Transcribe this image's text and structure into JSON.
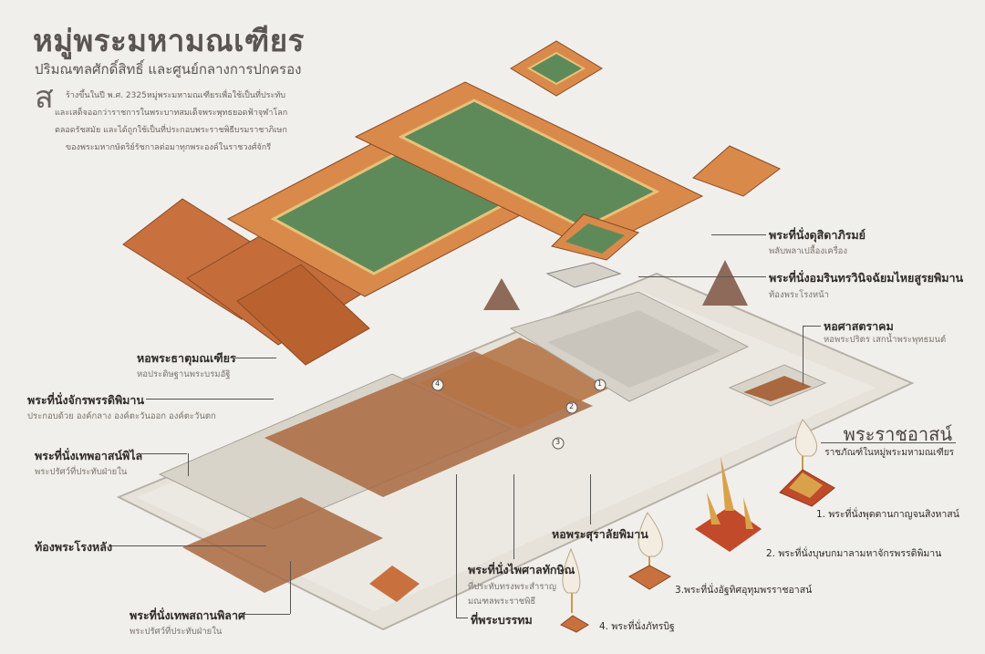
{
  "header": {
    "title": "หมู่พระมหามณเฑียร",
    "subtitle": "ปริมณฑลศักดิ์สิทธิ์ และศูนย์กลางการปกครอง",
    "intro_dropcap": "ส",
    "intro_lines": [
      "ร้างขึ้นในปี พ.ศ. 2325หมู่พระมหามณเฑียรเพื่อใช้เป็นที่ประทับ",
      "และเสด็จออกว่าราชการในพระบาทสมเด็จพระพุทธยอดฟ้าจุฬาโลก",
      "ตลอดรัชสมัย และได้ถูกใช้เป็นที่ประกอบพระราชพิธีบรมราชาภิเษก",
      "ของพระมหากษัตริย์รัชกาลต่อมาทุกพระองค์ในราชวงศ์จักรี"
    ]
  },
  "buildings": [
    {
      "name": "พระที่นั่งดุสิดาภิรมย์",
      "desc": "พลับพลาเปลื้องเครื่อง"
    },
    {
      "name": "พระที่นั่งอมรินทรวินิจฉัยมไหยสูรยพิมาน",
      "desc": "ท้องพระโรงหน้า"
    },
    {
      "name": "หอศาสตราคม",
      "desc": "หอพระปริตร เสกน้ำพระพุทธมนต์"
    },
    {
      "name": "หอพระธาตุมณเฑียร",
      "desc": "หอประดิษฐานพระบรมอัฐิ"
    },
    {
      "name": "พระที่นั่งจักรพรรดิพิมาน",
      "desc": "ประกอบด้วย องค์กลาง องค์ตะวันออก องค์ตะวันตก"
    },
    {
      "name": "พระที่นั่งเทพอาสน์พิไล",
      "desc": "พระปรัศว์ที่ประทับฝ่ายใน"
    },
    {
      "name": "ท้องพระโรงหลัง"
    },
    {
      "name": "พระที่นั่งเทพสถานพิลาศ",
      "desc": "พระปรัศว์ที่ประทับฝ่ายใน"
    },
    {
      "name": "หอพระสุราลัยพิมาน"
    },
    {
      "name": "พระที่นั่งไพศาลทักษิณ",
      "desc_lines": [
        "ที่ประทับทรงพระสำราญ",
        "มณฑลพระราชพิธี"
      ]
    },
    {
      "name": "ที่พระบรรทม"
    }
  ],
  "thrones": {
    "title": "พระราชอาสน์",
    "subtitle": "ราชภัณฑ์ในหมู่พระมหามณเฑียร",
    "items": [
      "1. พระที่นั่งพุดตานกาญจนสิงหาสน์",
      "2. พระที่นั่งบุษบกมาลามหาจักรพรรดิพิมาน",
      "3.พระที่นั่งอัฐทิศอุทุมพรราชอาสน์",
      "4. พระที่นั่งภัทรบิฐ"
    ]
  },
  "markers": [
    "1",
    "2",
    "3",
    "4"
  ],
  "colors": {
    "background": "#f1efeb",
    "roof": "#c8713f",
    "roof_panel": "#5e8a5a",
    "gold": "#d9a24a",
    "wall": "#dcd8cf"
  }
}
